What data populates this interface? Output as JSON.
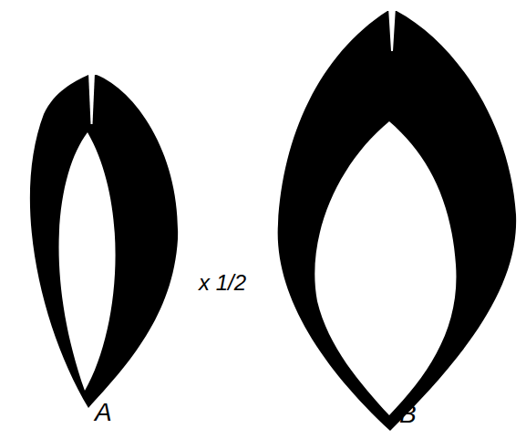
{
  "diagram": {
    "labels": [
      "A",
      "x 1/2",
      "B"
    ]
  }
}
